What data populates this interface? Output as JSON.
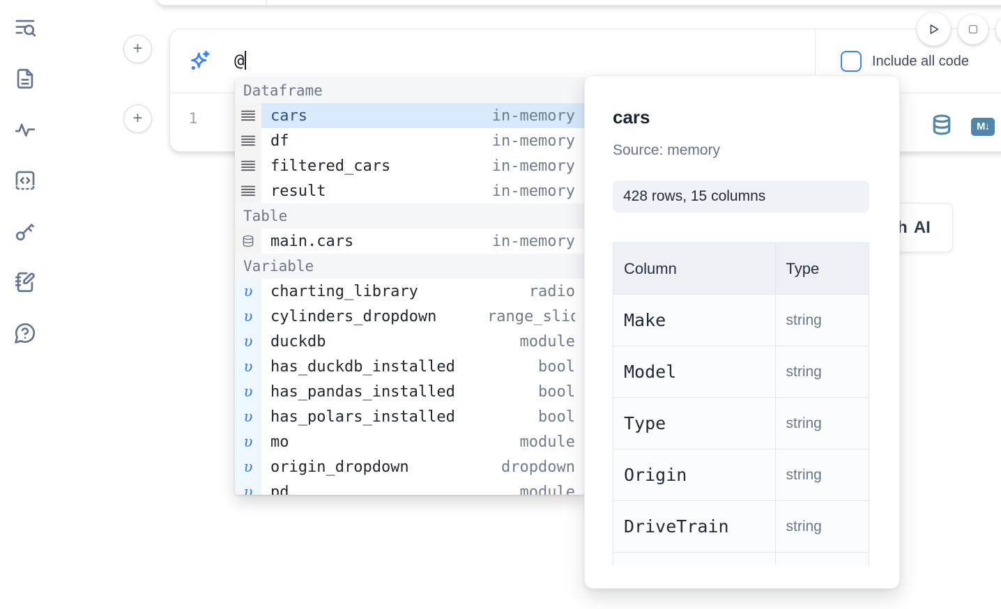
{
  "colors": {
    "accent": "#3b82f6",
    "steel_icon": "#4e86ac",
    "selection_bg": "#d8e9fb",
    "variable_glyph_color": "#3579d8"
  },
  "sidebar": {
    "items": [
      {
        "id": "panel-search",
        "icon": "text-search-icon"
      },
      {
        "id": "documentation",
        "icon": "file-text-icon"
      },
      {
        "id": "tracing",
        "icon": "activity-icon"
      },
      {
        "id": "snippets",
        "icon": "code-square-icon"
      },
      {
        "id": "secrets",
        "icon": "key-icon"
      },
      {
        "id": "scratchpad",
        "icon": "notebook-pen-icon"
      },
      {
        "id": "help",
        "icon": "help-chat-icon"
      }
    ]
  },
  "run_controls": {
    "run_icon": "play-icon",
    "stop_icon": "stop-icon"
  },
  "ai_prompt": {
    "value": "@",
    "sparkle_icon": "sparkles-icon",
    "include_all_code_label": "Include all code",
    "include_all_code_checked": false
  },
  "editor": {
    "line_number": "1",
    "toolbar_icons": [
      "database-icon",
      "markdown-icon"
    ],
    "markdown_badge_text": "M↓"
  },
  "completion_menu": {
    "variable_glyph": "υ",
    "sections": [
      {
        "label": "Dataframe",
        "items": [
          {
            "name": "cars",
            "type": "in-memory",
            "icon": "rows",
            "selected": true
          },
          {
            "name": "df",
            "type": "in-memory",
            "icon": "rows",
            "selected": false
          },
          {
            "name": "filtered_cars",
            "type": "in-memory",
            "icon": "rows",
            "selected": false
          },
          {
            "name": "result",
            "type": "in-memory",
            "icon": "rows",
            "selected": false
          }
        ]
      },
      {
        "label": "Table",
        "items": [
          {
            "name": "main.cars",
            "type": "in-memory",
            "icon": "database",
            "selected": false
          }
        ]
      },
      {
        "label": "Variable",
        "items": [
          {
            "name": "charting_library",
            "type": "radio",
            "icon": "variable",
            "selected": false
          },
          {
            "name": "cylinders_dropdown",
            "type": "range_slider",
            "icon": "variable",
            "selected": false
          },
          {
            "name": "duckdb",
            "type": "module",
            "icon": "variable",
            "selected": false
          },
          {
            "name": "has_duckdb_installed",
            "type": "bool",
            "icon": "variable",
            "selected": false
          },
          {
            "name": "has_pandas_installed",
            "type": "bool",
            "icon": "variable",
            "selected": false
          },
          {
            "name": "has_polars_installed",
            "type": "bool",
            "icon": "variable",
            "selected": false
          },
          {
            "name": "mo",
            "type": "module",
            "icon": "variable",
            "selected": false
          },
          {
            "name": "origin_dropdown",
            "type": "dropdown",
            "icon": "variable",
            "selected": false
          },
          {
            "name": "pd",
            "type": "module",
            "icon": "variable",
            "selected": false
          }
        ]
      }
    ]
  },
  "preview_panel": {
    "title": "cars",
    "source": "Source: memory",
    "shape_badge": "428 rows, 15 columns",
    "table": {
      "headers": [
        "Column",
        "Type"
      ],
      "rows": [
        [
          "Make",
          "string"
        ],
        [
          "Model",
          "string"
        ],
        [
          "Type",
          "string"
        ],
        [
          "Origin",
          "string"
        ],
        [
          "DriveTrain",
          "string"
        ]
      ]
    }
  },
  "ai_button": {
    "clipped_text": "h",
    "label": "AI"
  }
}
